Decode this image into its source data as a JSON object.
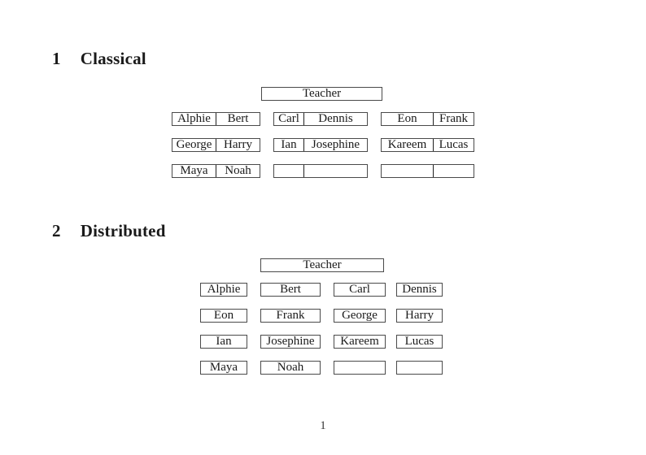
{
  "page_number": "1",
  "colors": {
    "background": "#ffffff",
    "border": "#4a4a4a",
    "divider": "#1f1f1f",
    "text": "#1a1a1a"
  },
  "sections": [
    {
      "number": "1",
      "title": "Classical",
      "teacher_label": "Teacher",
      "desks": [
        {
          "seats": [
            "Alphie",
            "Bert"
          ]
        },
        {
          "seats": [
            "Carl",
            "Dennis"
          ]
        },
        {
          "seats": [
            "Eon",
            "Frank"
          ]
        },
        {
          "seats": [
            "George",
            "Harry"
          ]
        },
        {
          "seats": [
            "Ian",
            "Josephine"
          ]
        },
        {
          "seats": [
            "Kareem",
            "Lucas"
          ]
        },
        {
          "seats": [
            "Maya",
            "Noah"
          ]
        },
        {
          "seats": [
            "",
            ""
          ]
        },
        {
          "seats": [
            "",
            ""
          ]
        }
      ]
    },
    {
      "number": "2",
      "title": "Distributed",
      "teacher_label": "Teacher",
      "desks": [
        {
          "seats": [
            "Alphie"
          ]
        },
        {
          "seats": [
            "Bert"
          ]
        },
        {
          "seats": [
            "Carl"
          ]
        },
        {
          "seats": [
            "Dennis"
          ]
        },
        {
          "seats": [
            "Eon"
          ]
        },
        {
          "seats": [
            "Frank"
          ]
        },
        {
          "seats": [
            "George"
          ]
        },
        {
          "seats": [
            "Harry"
          ]
        },
        {
          "seats": [
            "Ian"
          ]
        },
        {
          "seats": [
            "Josephine"
          ]
        },
        {
          "seats": [
            "Kareem"
          ]
        },
        {
          "seats": [
            "Lucas"
          ]
        },
        {
          "seats": [
            "Maya"
          ]
        },
        {
          "seats": [
            "Noah"
          ]
        },
        {
          "seats": [
            ""
          ]
        },
        {
          "seats": [
            ""
          ]
        }
      ]
    }
  ]
}
